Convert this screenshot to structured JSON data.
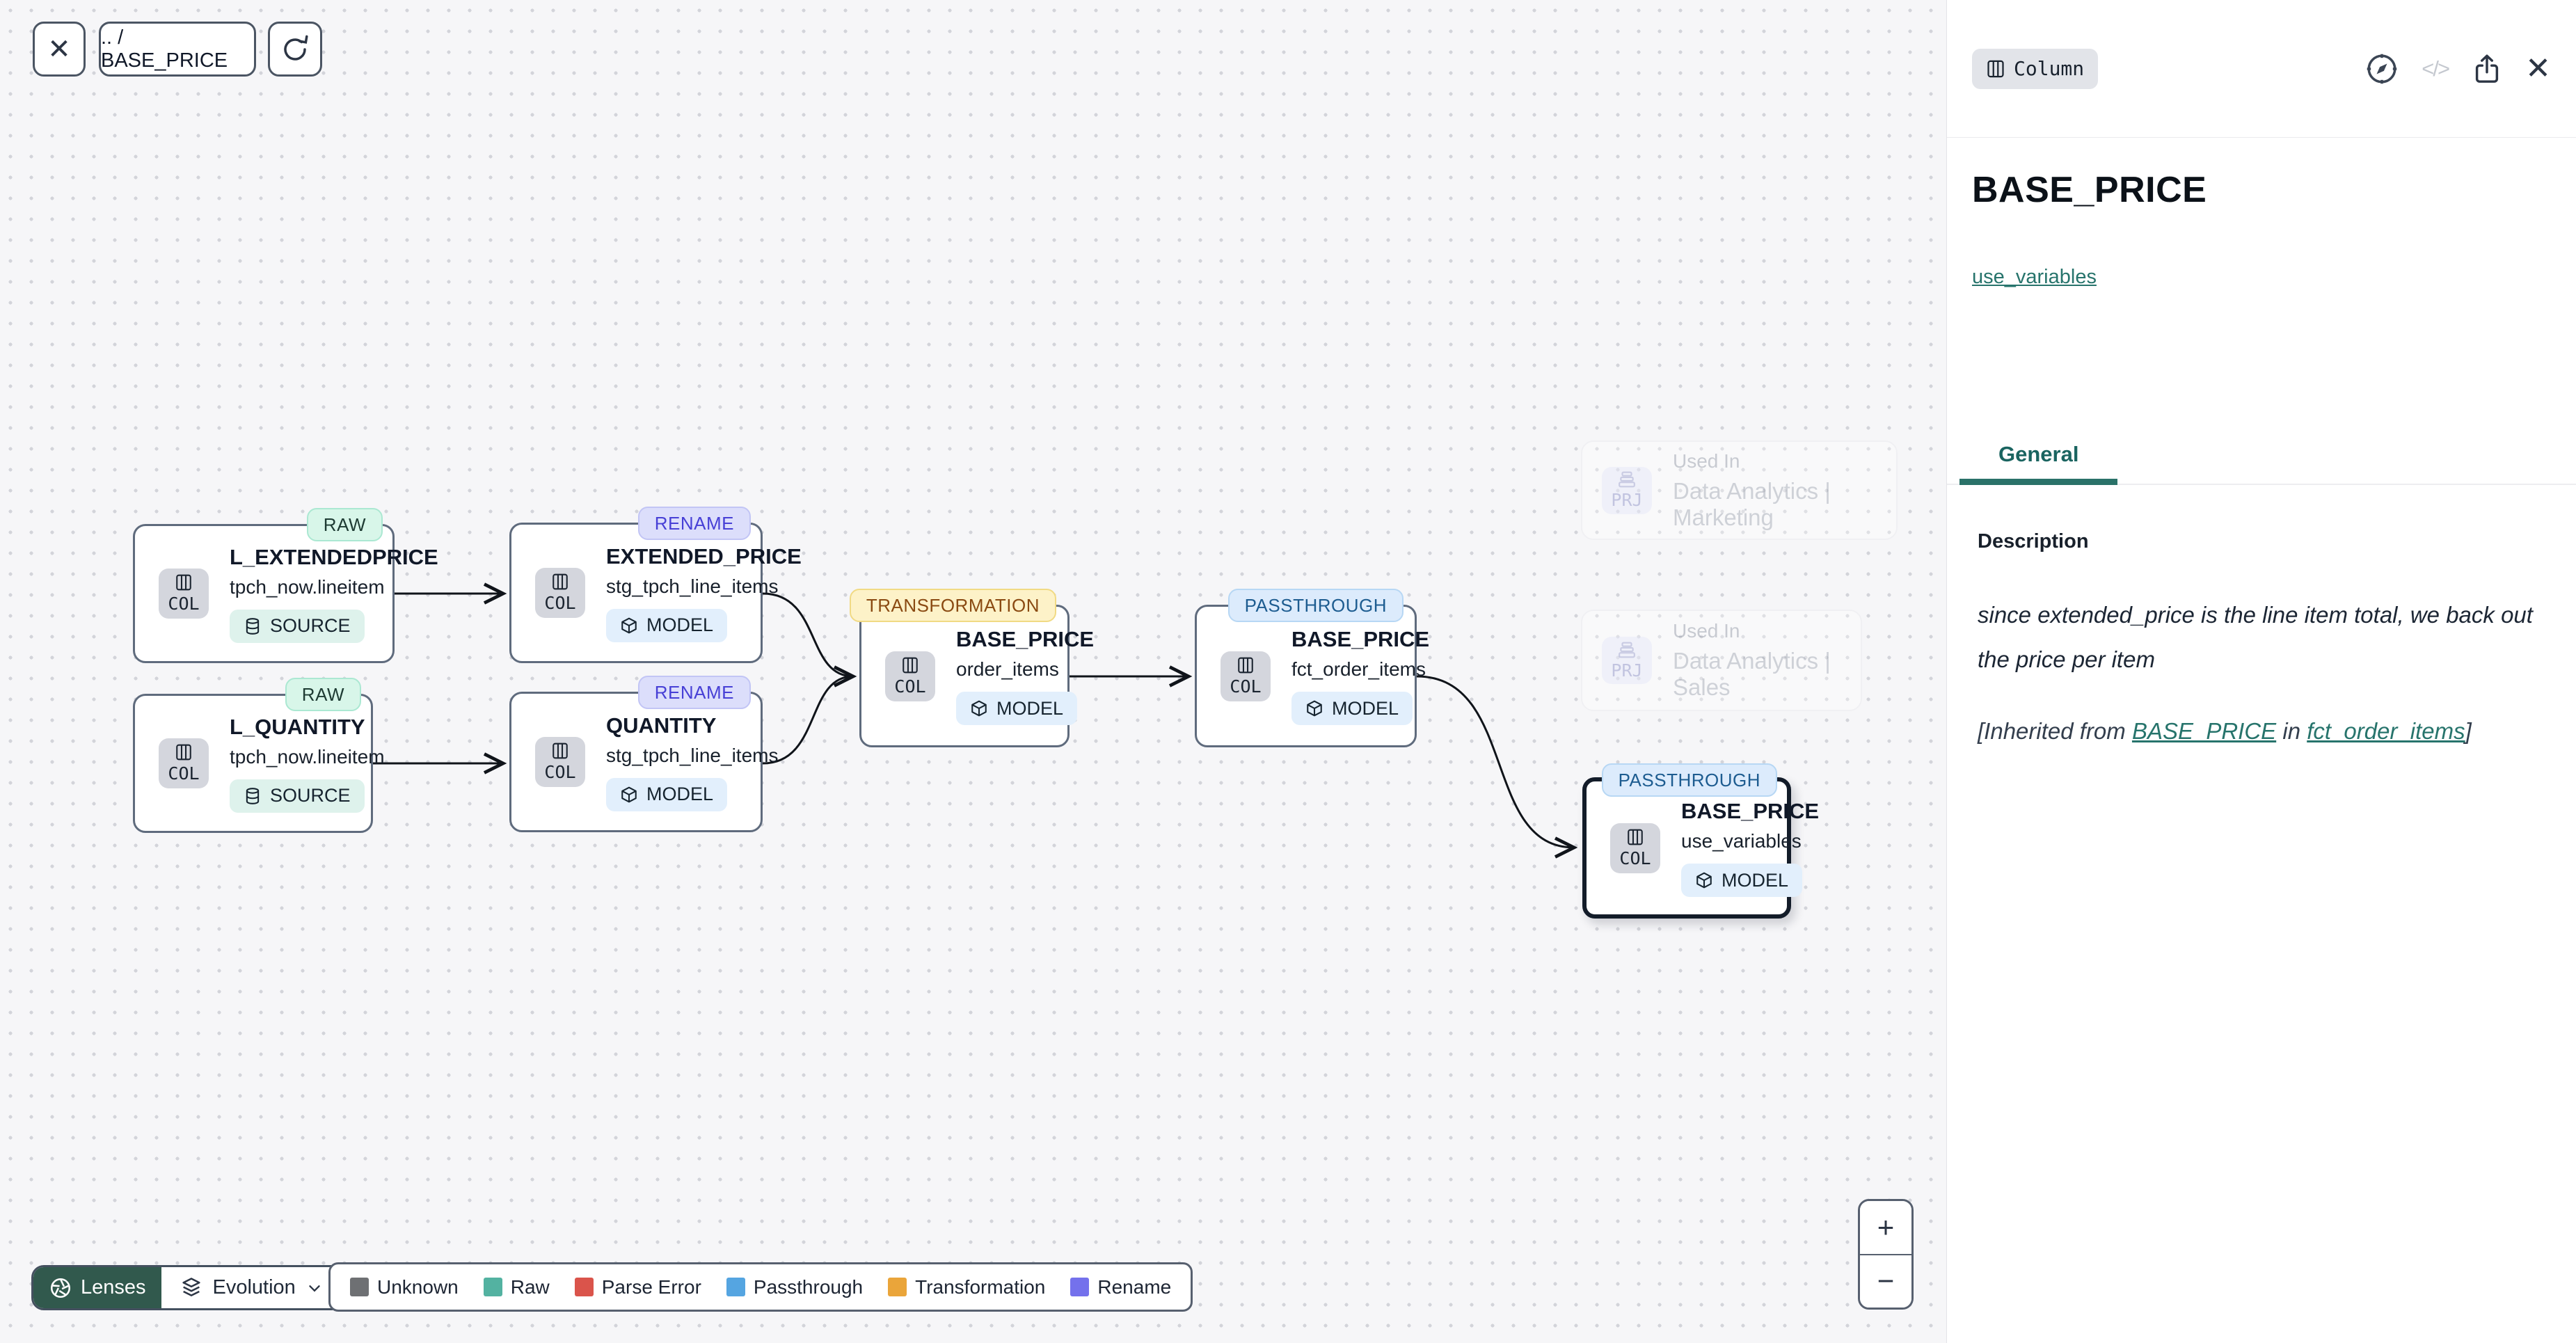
{
  "toolbar": {
    "close_glyph": "✕",
    "breadcrumb": ".. / BASE_PRICE"
  },
  "canvas": {
    "col_chip_label": "COL",
    "prj_chip_label": "PRJ",
    "nodes": [
      {
        "badge": "RAW",
        "title": "L_EXTENDEDPRICE",
        "subtitle": "tpch_now.lineitem",
        "kind": "SOURCE"
      },
      {
        "badge": "RENAME",
        "title": "EXTENDED_PRICE",
        "subtitle": "stg_tpch_line_items",
        "kind": "MODEL"
      },
      {
        "badge": "RAW",
        "title": "L_QUANTITY",
        "subtitle": "tpch_now.lineitem",
        "kind": "SOURCE"
      },
      {
        "badge": "RENAME",
        "title": "QUANTITY",
        "subtitle": "stg_tpch_line_items",
        "kind": "MODEL"
      },
      {
        "badge": "TRANSFORMATION",
        "title": "BASE_PRICE",
        "subtitle": "order_items",
        "kind": "MODEL"
      },
      {
        "badge": "PASSTHROUGH",
        "title": "BASE_PRICE",
        "subtitle": "fct_order_items",
        "kind": "MODEL"
      },
      {
        "badge": "PASSTHROUGH",
        "title": "BASE_PRICE",
        "subtitle": "use_variables",
        "kind": "MODEL",
        "selected": true
      }
    ],
    "ghost_nodes": [
      {
        "used_in": "Used In",
        "name": "Data Analytics | Marketing"
      },
      {
        "used_in": "Used In",
        "name": "Data Analytics | Sales"
      }
    ],
    "zoom": {
      "in": "+",
      "out": "−"
    },
    "lenses": {
      "label": "Lenses",
      "selected_lens": "Evolution"
    },
    "legend": {
      "items": [
        {
          "label": "Unknown",
          "color": "#6e7073"
        },
        {
          "label": "Raw",
          "color": "#53b2a1"
        },
        {
          "label": "Parse Error",
          "color": "#da544b"
        },
        {
          "label": "Passthrough",
          "color": "#55a5e1"
        },
        {
          "label": "Transformation",
          "color": "#eaa53a"
        },
        {
          "label": "Rename",
          "color": "#7471ec"
        }
      ]
    }
  },
  "panel": {
    "type_chip": "Column",
    "code_icon_glyph": "</>",
    "close_glyph": "✕",
    "title": "BASE_PRICE",
    "subtitle_link": "use_variables",
    "tab_general": "General",
    "description": {
      "heading": "Description",
      "body": "since extended_price is the line item total, we back out the price per item",
      "inherited_prefix": "[Inherited from ",
      "inherited_link_column": "BASE_PRICE",
      "inherited_middle": " in ",
      "inherited_link_model": "fct_order_items",
      "inherited_suffix": "]"
    }
  }
}
